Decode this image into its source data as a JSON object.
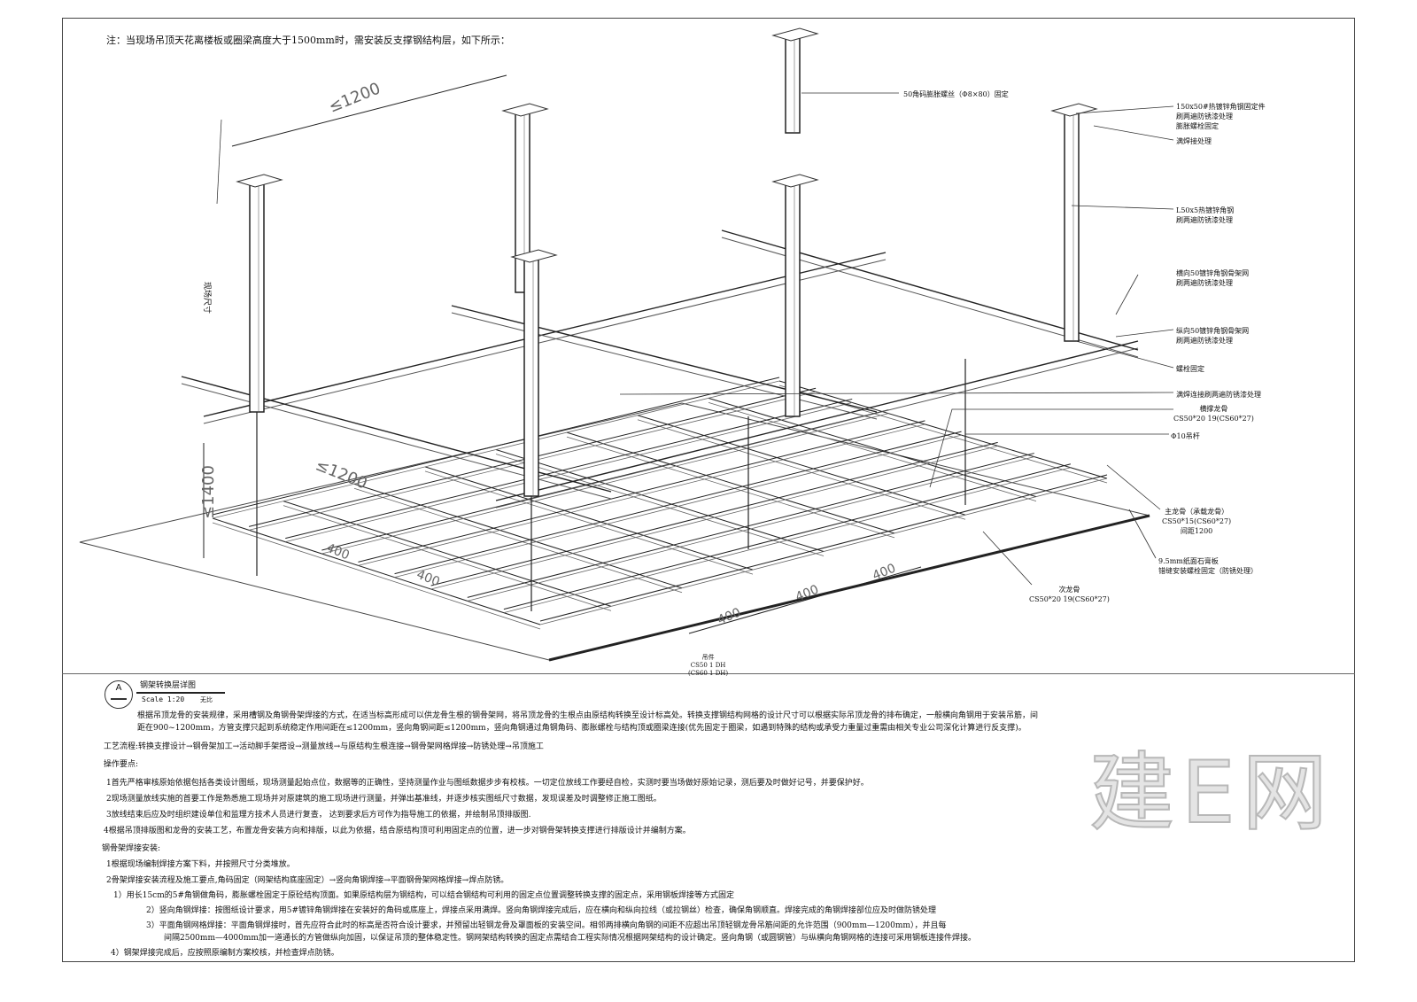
{
  "note": "注：当现场吊顶天花离楼板或圈梁高度大于1500mm时，需安装反支撑钢结构层，如下所示：",
  "dims": {
    "top_1200": "≤1200",
    "mid_1200": "≤1200",
    "h_1400": "≤1400",
    "site": "现场尺寸",
    "d400": "400"
  },
  "labels": {
    "anchor": "50角码膨胀螺丝（Φ8×80）固定",
    "fix1": "150x50#热镀锌角钢固定件",
    "fix2": "刷两遍防锈漆处理",
    "fix3": "膨胀螺栓固定",
    "weld": "满焊接处理",
    "angle1": "L50x5热镀锌角钢",
    "angle2": "刷两遍防锈漆处理",
    "cross1": "横向50镀锌角钢骨架网",
    "cross2": "刷两遍防锈漆处理",
    "long1": "纵向50镀锌角钢骨架网",
    "long2": "刷两遍防锈漆处理",
    "bolt": "螺栓固定",
    "weldpaint": "满焊连接刷两遍防锈漆处理",
    "edge1": "横撑龙骨",
    "edge2": "CS50*20 19(CS60*27)",
    "rod": "Φ10吊杆",
    "main1": "主龙骨（承载龙骨）",
    "main2": "CS50*15(CS60*27)",
    "main3": "间距1200",
    "board1": "9.5mm纸面石膏板",
    "board2": "错缝安装螺栓固定（防锈处理）",
    "sec1": "次龙骨",
    "sec2": "CS50*20 19(CS60*27)",
    "hang1": "吊件",
    "hang2": "CS50 1 DH",
    "hang3": "(CS60 1 DH)"
  },
  "title_block": {
    "mark": "A",
    "title": "钢架转换层详图",
    "scale": "Scale 1:20",
    "unit": "无比"
  },
  "text": {
    "p1a": "根据吊顶龙骨的安装规律，采用槽钢及角钢骨架焊接的方式，在适当标高形成可以供龙骨生根的钢骨架网，将吊顶龙骨的生根点由原结构转换至设计标高处。转换支撑钢结构网格的设计尺寸可以根据实际吊顶龙骨的排布确定，一般横向角钢用于安装吊筋，间",
    "p1b": "距在900~1200mm，方管支撑只起到系统稳定作用间距在≤1200mm，竖向角钢间距≤1200mm，竖向角钢通过角钢角码、膨胀螺栓与结构顶或圈梁连接(优先固定于圈梁，如遇到特殊的结构或承受力重量过重需由相关专业公司深化计算进行反支撑)。",
    "flow": "工艺流程:转换支撑设计→钢骨架加工→活动脚手架搭设→测量放线→与原结构生根连接→钢骨架网格焊接→防锈处理→吊顶施工",
    "ops": "操作要点:",
    "o1": "1首先严格审核原始依据包括各类设计图纸，现场测量起始点位，数据等的正确性，坚持测量作业与图纸数据步步有校核。一切定位放线工作要经自检，实测时要当场做好原始记录，测后要及时做好记号，并要保护好。",
    "o2": "2现场测量放线实施的首要工作是熟悉施工现场并对原建筑的施工现场进行测量，并弹出基准线，并逐步核实图纸尺寸数据，发现误差及时调整修正施工图纸。",
    "o3": "3放线结束后应及时组织建设单位和监理方技术人员进行复查， 达到要求后方可作为指导施工的依据，并绘制吊顶排版图.",
    "o4": "4根据吊顶排版图和龙骨的安装工艺，布置龙骨安装方向和排版，以此为依据，结合原结构顶可利用固定点的位置，进一步对钢骨架转换支撑进行排版设计并编制方案。",
    "weldh": "钢骨架焊接安装:",
    "w1": "1根据现场编制焊接方案下料，并按照尺寸分类堆放。",
    "w2": "2骨架焊接安装流程及施工要点,角码固定（网架结构底座固定）→竖向角钢焊接→平面钢骨架网格焊接→焊点防锈。",
    "s1": "1）用长15cm的5#角钢做角码，膨胀螺栓固定于原砼结构顶面。如果原结构层为钢结构，可以结合钢结构可利用的固定点位置调整转换支撑的固定点，采用钢板焊接等方式固定",
    "s2": "2）竖向角钢焊接：按图纸设计要求，用5#镀锌角钢焊接在安装好的角码或底座上，焊接点采用满焊。竖向角钢焊接完成后，应在横向和纵向拉线（或拉钢丝）检查，确保角钢顺直。焊接完成的角钢焊接部位应及时做防锈处理",
    "s3a": "3）平面角钢网格焊接：平面角钢焊接时，首先应符合此时的标高是否符合设计要求，并预留出轻钢龙骨及罩面板的安装空间。相邻两排横向角钢的间距不应超出吊顶轻钢龙骨吊筋间距的允许范围（900mm—1200mm），并且每",
    "s3b": "间隔2500mm—4000mm加一道通长的方管做纵向加固，以保证吊顶的整体稳定性。钢网架结构转换的固定点需结合工程实际情况根据网架结构的设计确定。竖向角钢（或圆钢管）与纵横向角钢网格的连接可采用钢板连接件焊接。",
    "s4": "4）钢架焊接完成后，应按照原编制方案校核，并检查焊点防锈。"
  },
  "watermark": "建E网"
}
